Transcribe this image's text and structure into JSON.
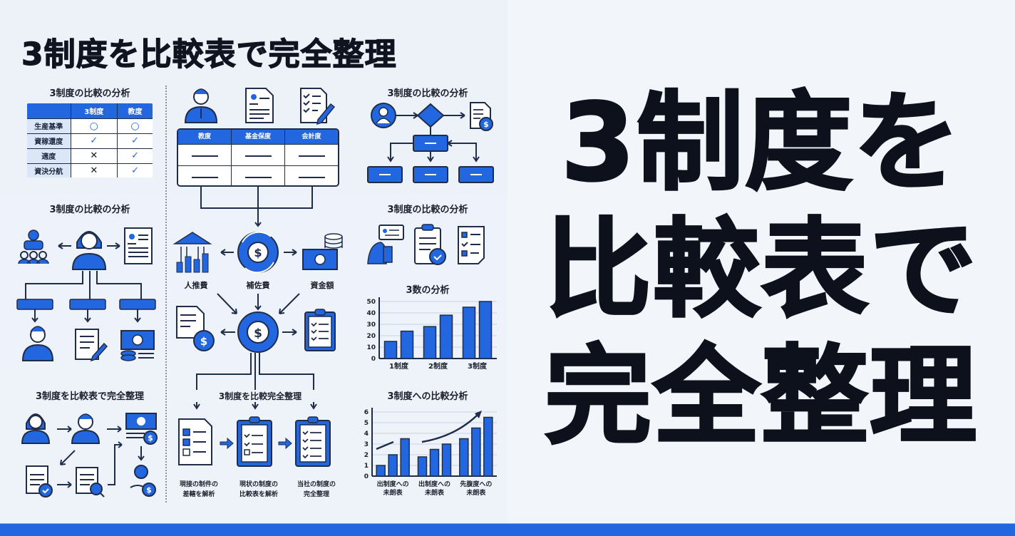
{
  "headline": {
    "title": "3制度を比較表で完全整理",
    "hero_lines": [
      "3制度を",
      "比較表で",
      "完全整理"
    ]
  },
  "colors": {
    "accent": "#2367e0",
    "dark": "#1f2d4a",
    "text": "#0f1420",
    "bottom_bar": "#2367e0"
  },
  "comparison_table": {
    "title": "3制度の比較の分析",
    "headers": [
      "",
      "3制度",
      "教度"
    ],
    "rows": [
      {
        "label": "生産基準",
        "c1": "○",
        "c2": "○"
      },
      {
        "label": "資稼還度",
        "c1": "✓",
        "c2": "✓"
      },
      {
        "label": "適度",
        "c1": "✕",
        "c2": "✓"
      },
      {
        "label": "資決分航",
        "c1": "✕",
        "c2": "✓"
      }
    ]
  },
  "org_chart": {
    "title": "3制度の比較の分析"
  },
  "flow_left_bottom": {
    "title": "3制度を比較表で完全整理"
  },
  "middle_table": {
    "headers": [
      "教度",
      "基金保度",
      "会計度"
    ]
  },
  "middle_flow": {
    "labels": [
      "人推費",
      "補佐費",
      "資金額"
    ],
    "section_title": "3制度を比較完全整理",
    "steps": [
      {
        "line1": "現接の制件の",
        "line2": "差轄を解析"
      },
      {
        "line1": "現状の制度の",
        "line2": "比較表を解析"
      },
      {
        "line1": "当社の制度の",
        "line2": "完全整理"
      }
    ]
  },
  "flowchart_right": {
    "title": "3制度の比較の分析"
  },
  "icons_right": {
    "title": "3制度の比較の分析"
  },
  "chart_data": [
    {
      "type": "bar",
      "title": "3数の分析",
      "categories": [
        "1制度",
        "2制度",
        "3制度"
      ],
      "series": [
        {
          "name": "series-a",
          "values": [
            15,
            28,
            45
          ]
        },
        {
          "name": "series-b",
          "values": [
            24,
            38,
            50
          ]
        }
      ],
      "yticks": [
        0,
        10,
        20,
        30,
        40,
        50
      ],
      "ylim": [
        0,
        50
      ],
      "grid": true,
      "xlabel": "",
      "ylabel": ""
    },
    {
      "type": "bar",
      "title": "3制度への比較分析",
      "categories": [
        "出制度への\n未朗表",
        "出制度への\n未朗表",
        "先腹度への\n未朗表"
      ],
      "category_lines": [
        [
          "出制度への",
          "未朗表"
        ],
        [
          "出制度への",
          "未朗表"
        ],
        [
          "先腹度への",
          "未朗表"
        ]
      ],
      "series": [
        {
          "name": "series-a",
          "values": [
            1,
            1.8,
            3.5
          ]
        },
        {
          "name": "series-b",
          "values": [
            2,
            2.5,
            4.5
          ]
        },
        {
          "name": "series-c",
          "values": [
            3.5,
            3,
            5.5
          ]
        }
      ],
      "yticks": [
        0,
        1,
        2,
        3,
        4,
        5,
        6
      ],
      "ylim": [
        0,
        6
      ],
      "grid": true,
      "annotations": [
        "upward trend arrow"
      ],
      "xlabel": "",
      "ylabel": ""
    }
  ]
}
